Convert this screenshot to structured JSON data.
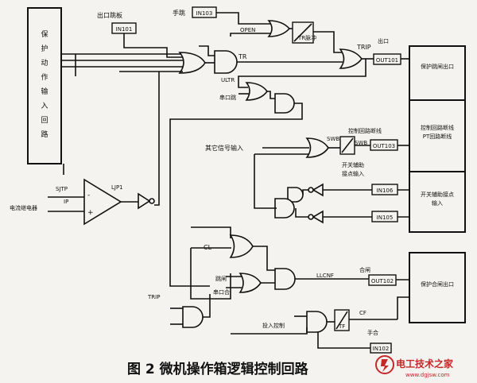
{
  "caption": "图 2   微机操作箱逻辑控制回路",
  "left_panel": {
    "label": "保护动作输入回路"
  },
  "right_panels": [
    {
      "label": "保护跳闸出口"
    },
    {
      "label": "控制回路断线PT回路断线"
    },
    {
      "label": "开关辅助接点输入"
    },
    {
      "label": "保护合闸出口"
    }
  ],
  "boxes": {
    "out_trip_board": "出口跳板",
    "in101": "IN101",
    "manual": "手跳",
    "in103": "IN103",
    "tr_box": "TR脉冲",
    "out_trip_label": "出口",
    "out101": "OUT101",
    "out103": "OUT103",
    "in106": "IN106",
    "in105": "IN105",
    "out102": "OUT102",
    "in102": "IN102"
  },
  "labels": {
    "open": "OPEN",
    "tr": "TR",
    "trip": "TRIP",
    "ultr": "ULTR",
    "serial_trip": "串口跳",
    "ctrl_break": "控制回路断线",
    "other_signal": "其它信号输入",
    "swb": "SWB",
    "swbx": "SWB",
    "switch_aux_1": "开关辅助",
    "switch_aux_2": "接点输入",
    "sjtp": "SJTP",
    "ip": "IP",
    "ljp1": "LJP1",
    "current_relay": "电流继电器",
    "cl": "CL",
    "cl_trip": "跳闸",
    "serial_close": "串口合",
    "close_label": "合闸",
    "llcnf": "LLCNF",
    "trip_in": "TRIP",
    "close_ctrl": "投入控制",
    "cf": "CF",
    "manual_close": "手合",
    "tf_box": "TF",
    "op_minus": "-",
    "op_plus": "+"
  },
  "watermark": {
    "title": "电工技术之家",
    "url": "www.dgjsw.com"
  }
}
